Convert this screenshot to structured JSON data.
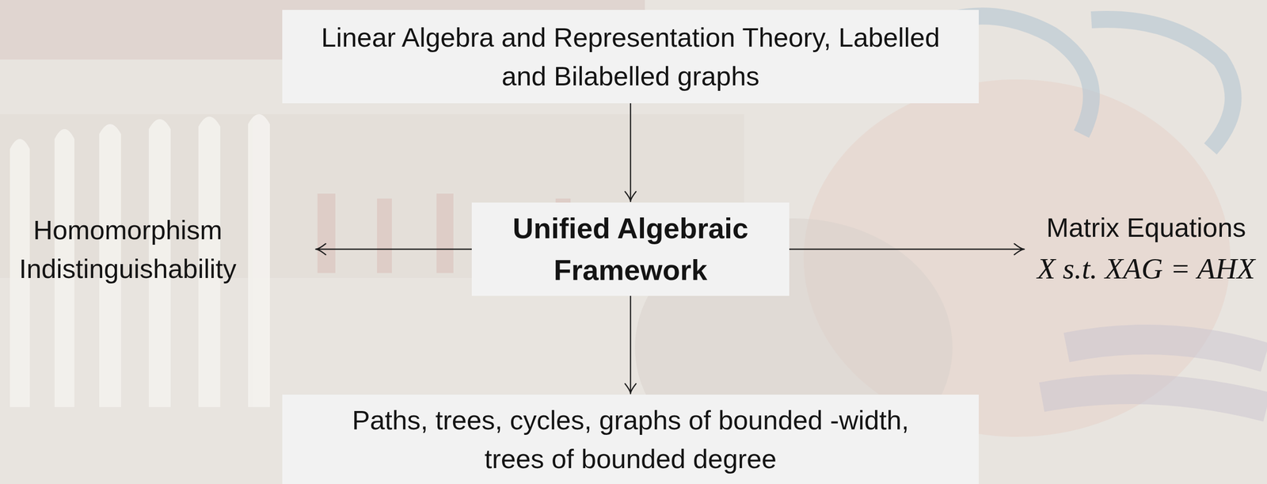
{
  "diagram": {
    "nodes": [
      {
        "text": [
          "Linear Algebra and Representation Theory, Labelled and Bilabelled graphs"
        ]
      },
      {
        "text": [
          "Homomorphism Indistinguishability"
        ]
      },
      {
        "text": [
          "Unified Algebraic Framework"
        ]
      },
      {
        "text": [
          "Matrix Equations",
          "X s.t. XAG = AHX"
        ]
      },
      {
        "text": [
          "Paths, trees, cycles, graphs of bounded -width, trees of bounded degree"
        ]
      }
    ],
    "edges": [
      {
        "from": 0,
        "to": 2,
        "arrow": "to"
      },
      {
        "from": 2,
        "to": 1,
        "arrow": "to"
      },
      {
        "from": 2,
        "to": 3,
        "arrow": "to"
      },
      {
        "from": 2,
        "to": 4,
        "arrow": "to"
      }
    ]
  }
}
